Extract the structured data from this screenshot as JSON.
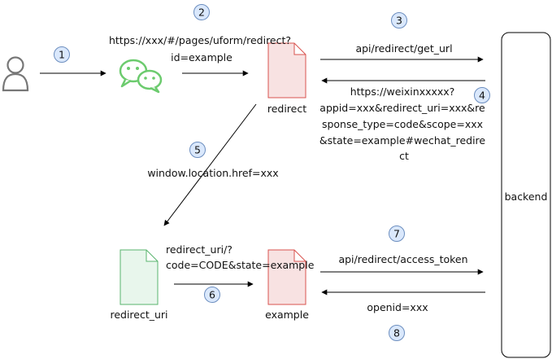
{
  "nodes": {
    "user": {
      "kind": "actor"
    },
    "wechat": {
      "kind": "wechat-logo"
    },
    "redirect_page": {
      "label": "redirect"
    },
    "redirect_uri_page": {
      "label": "redirect_uri"
    },
    "example_page": {
      "label": "example"
    },
    "backend": {
      "label": "backend"
    }
  },
  "steps": [
    {
      "number": "1"
    },
    {
      "number": "2",
      "label_lines": [
        "https://xxx/#/pages/uform/redirect?",
        "id=example"
      ]
    },
    {
      "number": "3",
      "label_lines": [
        "api/redirect/get_url"
      ]
    },
    {
      "number": "4",
      "label_lines": [
        "https://weixinxxxxx?",
        "appid=xxx&redirect_uri=xxx&re",
        "sponse_type=code&scope=xxx",
        "&state=example#wechat_redire",
        "ct"
      ]
    },
    {
      "number": "5",
      "label_lines": [
        "window.location.href=xxx"
      ]
    },
    {
      "number": "6",
      "label_lines": [
        "redirect_uri/?",
        "code=CODE&state=example"
      ]
    },
    {
      "number": "7",
      "label_lines": [
        "api/redirect/access_token"
      ]
    },
    {
      "number": "8",
      "label_lines": [
        "openid=xxx"
      ]
    }
  ],
  "colors": {
    "step_circle_fill": "#dae8fc",
    "step_circle_stroke": "#6c8ebf",
    "red_doc_fill": "#f8e2e2",
    "red_doc_stroke": "#d9534f",
    "green_doc_fill": "#e8f6ec",
    "green_doc_stroke": "#58b46e",
    "wechat_green": "#6ccb6e",
    "actor_gray": "#777777"
  }
}
